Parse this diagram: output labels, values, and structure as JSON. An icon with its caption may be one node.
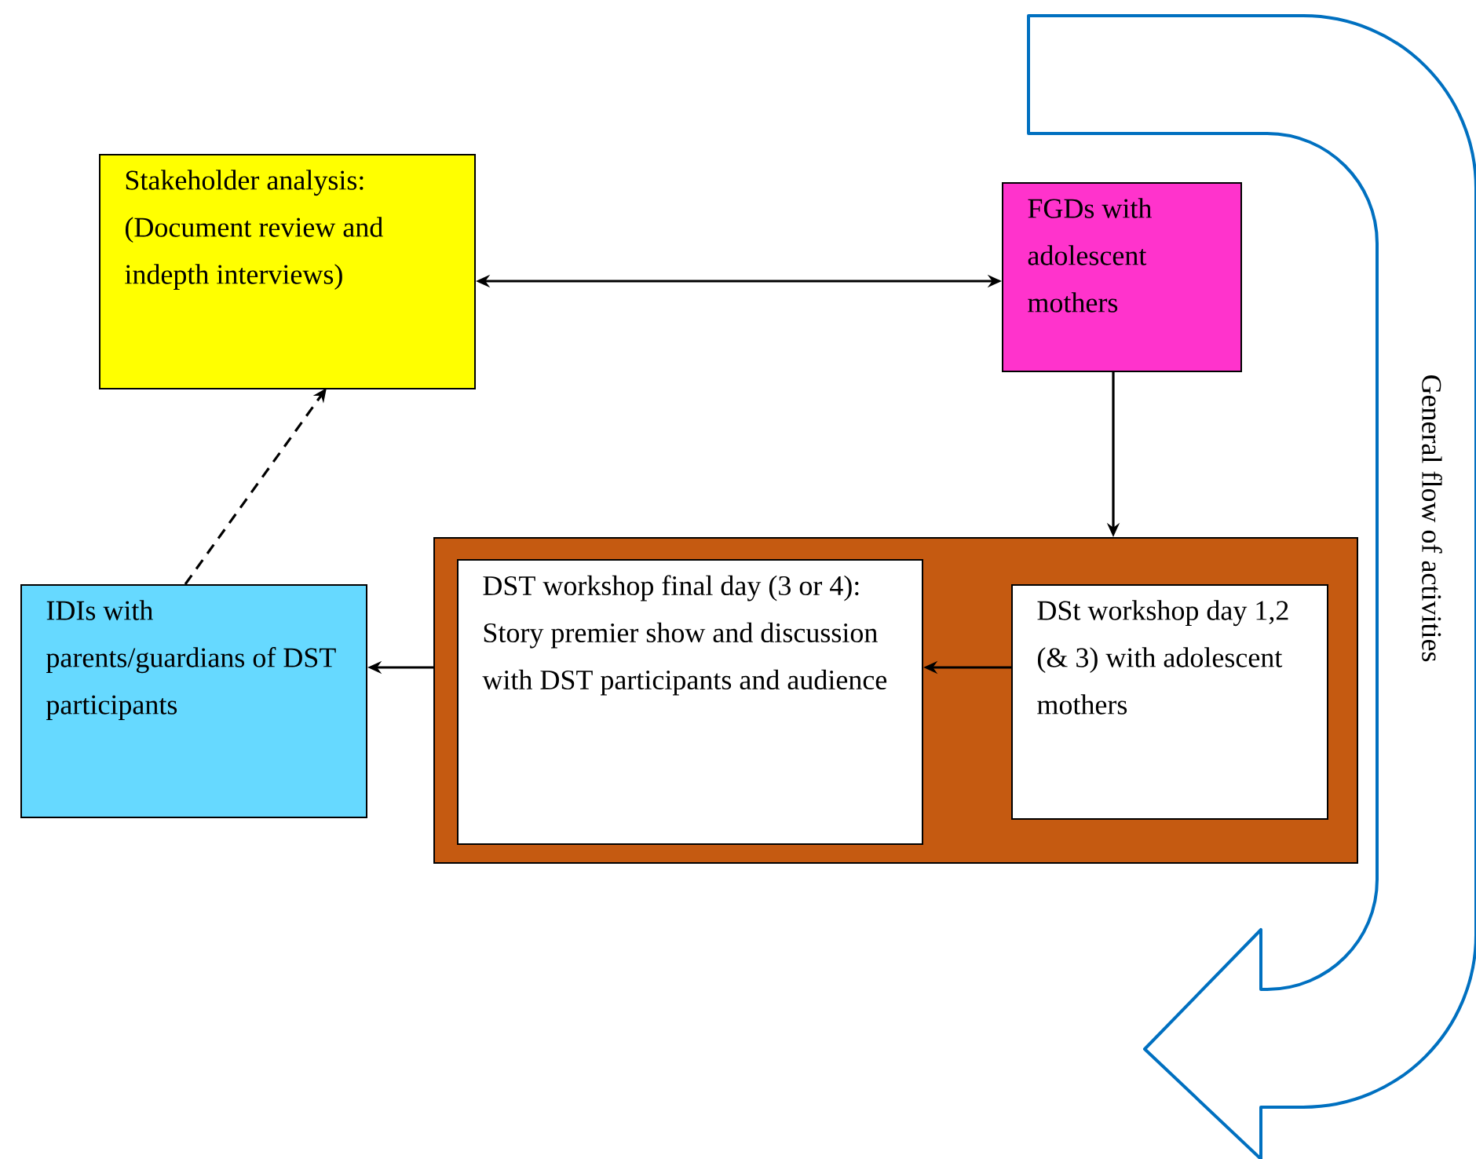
{
  "diagram": {
    "nodes": [
      {
        "text": [
          "Stakeholder analysis: (Document review and indepth interviews)"
        ]
      },
      {
        "text": [
          "FGDs with adolescent mothers"
        ]
      },
      {
        "text": [],
        "shape": "box"
      },
      {
        "text": [
          "DST workshop final day (3 or 4): Story premier show and discussion with DST participants and audience"
        ],
        "in": 2
      },
      {
        "text": [
          "DSt workshop day 1,2 (& 3) with adolescent mothers"
        ],
        "in": 2
      },
      {
        "text": [
          "IDIs with parents/guardians of DST participants"
        ]
      }
    ],
    "edges": [
      {
        "from": 0,
        "to": 1,
        "arrow": "both"
      },
      {
        "from": 1,
        "to": 2,
        "arrow": "to"
      },
      {
        "from": 4,
        "to": 3,
        "arrow": "to"
      },
      {
        "from": 2,
        "to": 5,
        "arrow": "to"
      },
      {
        "from": 5,
        "to": 0,
        "arrow": "to",
        "style": "dashed"
      }
    ],
    "labels": [
      "General flow of activities"
    ]
  }
}
